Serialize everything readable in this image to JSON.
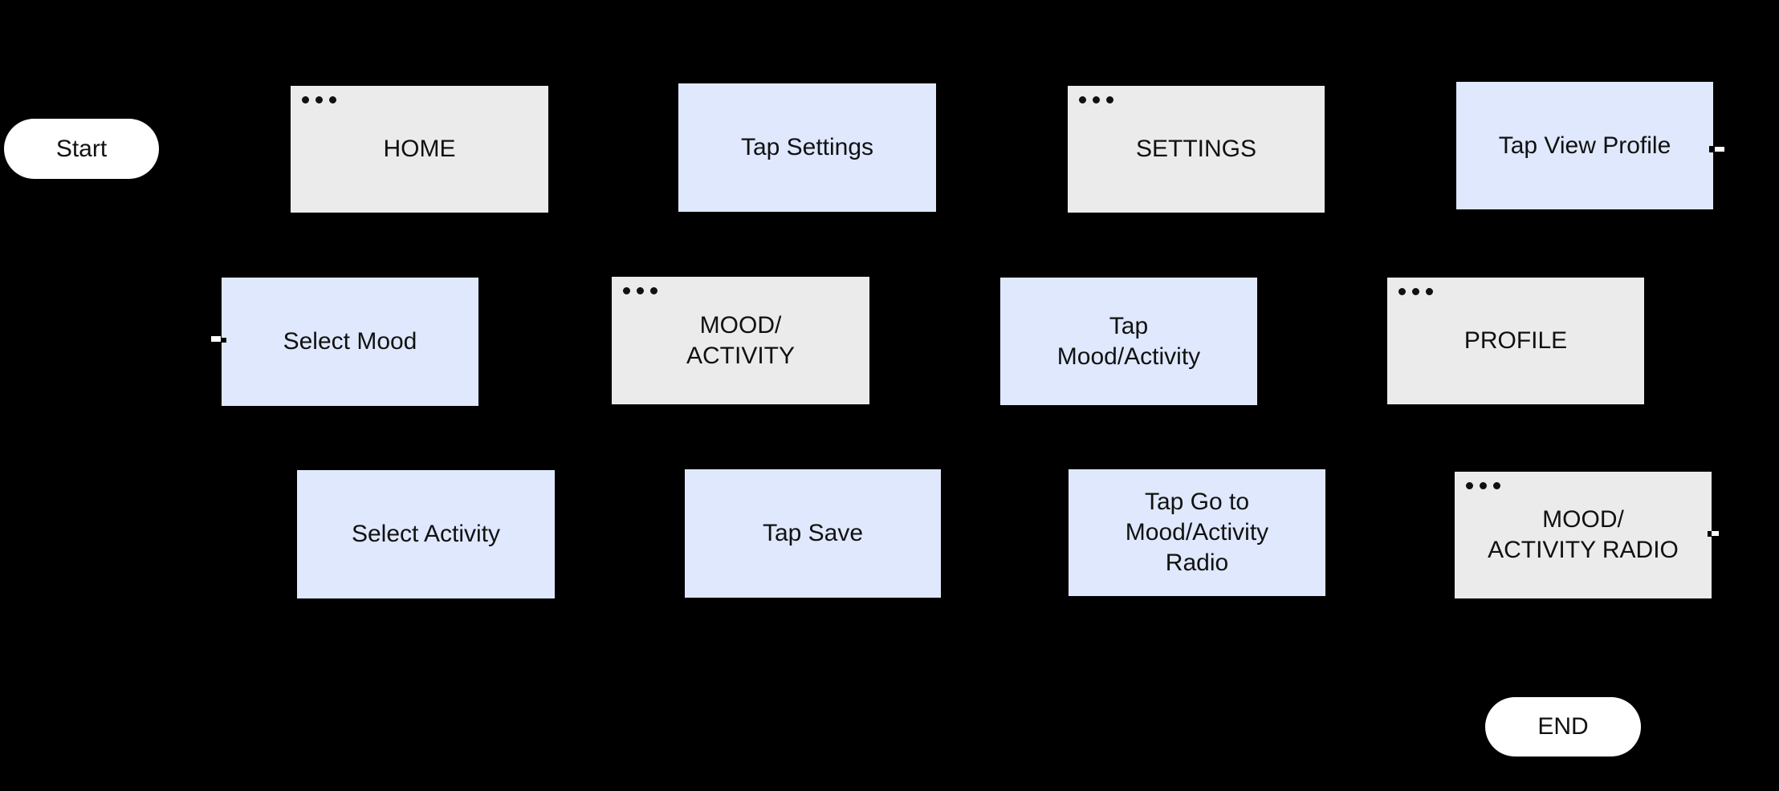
{
  "colors": {
    "background": "#000000",
    "screen_fill": "#EBEBEB",
    "action_fill": "#DFE8FD",
    "terminal_fill": "#FFFFFF",
    "text": "#111111"
  },
  "nodes": {
    "start": {
      "label": "Start",
      "type": "terminal"
    },
    "home": {
      "label": "HOME",
      "type": "screen",
      "icon": "ellipsis-dots"
    },
    "tap_settings": {
      "label": "Tap Settings",
      "type": "action"
    },
    "settings": {
      "label": "SETTINGS",
      "type": "screen",
      "icon": "ellipsis-dots"
    },
    "tap_view_profile": {
      "label": "Tap View Profile",
      "type": "action"
    },
    "select_mood": {
      "label": "Select Mood",
      "type": "action"
    },
    "mood_activity": {
      "label": "MOOD/\nACTIVITY",
      "type": "screen",
      "icon": "ellipsis-dots"
    },
    "tap_mood_activity": {
      "label": "Tap\nMood/Activity",
      "type": "action"
    },
    "profile": {
      "label": "PROFILE",
      "type": "screen",
      "icon": "ellipsis-dots"
    },
    "select_activity": {
      "label": "Select Activity",
      "type": "action"
    },
    "tap_save": {
      "label": "Tap Save",
      "type": "action"
    },
    "tap_go_to_mood_activity_radio": {
      "label": "Tap Go to\nMood/Activity\nRadio",
      "type": "action"
    },
    "mood_activity_radio": {
      "label": "MOOD/\nACTIVITY RADIO",
      "type": "screen",
      "icon": "ellipsis-dots"
    },
    "end": {
      "label": "END",
      "type": "terminal"
    }
  }
}
